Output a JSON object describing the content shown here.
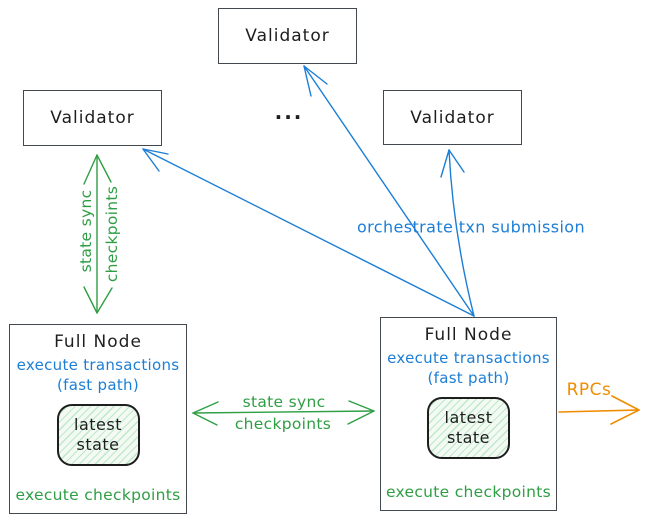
{
  "diagram": {
    "validators": {
      "left": {
        "label": "Validator"
      },
      "top": {
        "label": "Validator"
      },
      "right": {
        "label": "Validator"
      },
      "ellipsis": "..."
    },
    "full_node_left": {
      "title": "Full Node",
      "line1": "execute transactions",
      "line2": "(fast path)",
      "state_line1": "latest",
      "state_line2": "state",
      "footer": "execute checkpoints"
    },
    "full_node_right": {
      "title": "Full Node",
      "line1": "execute transactions",
      "line2": "(fast path)",
      "state_line1": "latest",
      "state_line2": "state",
      "footer": "execute checkpoints"
    },
    "labels": {
      "state_sync_vertical_line1": "state sync",
      "state_sync_vertical_line2": "checkpoints",
      "state_sync_horizontal_line1": "state sync",
      "state_sync_horizontal_line2": "checkpoints",
      "orchestrate": "orchestrate txn submission",
      "rpcs": "RPCs"
    },
    "colors": {
      "blue": "#1c7ed6",
      "green": "#2f9e44",
      "orange": "#f08c00",
      "box_border": "#43484e",
      "text": "#1e1e1e",
      "state_fill": "#f2faf3",
      "state_hatch": "#bfe8c9"
    }
  }
}
